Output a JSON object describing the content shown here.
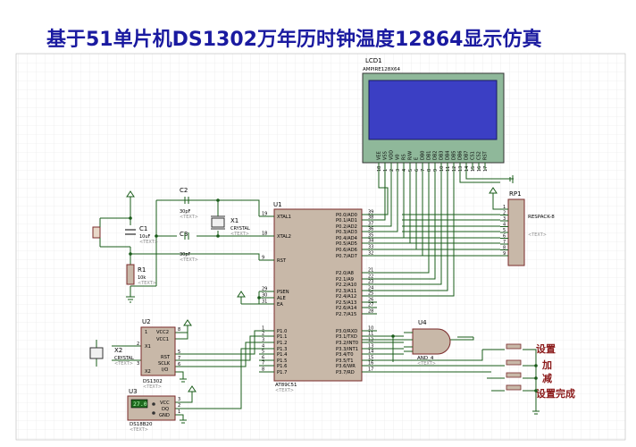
{
  "title": "基于51单片机DS1302万年历时钟温度12864显示仿真",
  "text_placeholder": "<TEXT>",
  "lcd": {
    "ref": "LCD1",
    "model": "AMPIRE128X64",
    "pins": [
      "18",
      "1",
      "2",
      "3",
      "4",
      "5",
      "6",
      "7",
      "8",
      "9",
      "10",
      "11",
      "12",
      "13",
      "14",
      "15",
      "16",
      "17"
    ],
    "pin_names": [
      "VEE",
      "VSS",
      "VDD",
      "V0",
      "RS",
      "R/W",
      "E",
      "DB0",
      "DB1",
      "DB2",
      "DB3",
      "DB4",
      "DB5",
      "DB6",
      "DB7",
      "CS1",
      "CS2",
      "RST"
    ]
  },
  "mcu": {
    "ref": "U1",
    "model": "AT89C51",
    "left_pins": [
      {
        "num": "19",
        "name": "XTAL1"
      },
      {
        "num": "18",
        "name": "XTAL2"
      },
      {
        "num": "9",
        "name": "RST"
      },
      {
        "num": "29",
        "name": "PSEN"
      },
      {
        "num": "30",
        "name": "ALE"
      },
      {
        "num": "31",
        "name": "EA"
      },
      {
        "num": "1",
        "name": "P1.0"
      },
      {
        "num": "2",
        "name": "P1.1"
      },
      {
        "num": "3",
        "name": "P1.2"
      },
      {
        "num": "4",
        "name": "P1.3"
      },
      {
        "num": "5",
        "name": "P1.4"
      },
      {
        "num": "6",
        "name": "P1.5"
      },
      {
        "num": "7",
        "name": "P1.6"
      },
      {
        "num": "8",
        "name": "P1.7"
      }
    ],
    "right_pins": [
      {
        "num": "39",
        "name": "P0.0/AD0"
      },
      {
        "num": "38",
        "name": "P0.1/AD1"
      },
      {
        "num": "37",
        "name": "P0.2/AD2"
      },
      {
        "num": "36",
        "name": "P0.3/AD3"
      },
      {
        "num": "35",
        "name": "P0.4/AD4"
      },
      {
        "num": "34",
        "name": "P0.5/AD5"
      },
      {
        "num": "33",
        "name": "P0.6/AD6"
      },
      {
        "num": "32",
        "name": "P0.7/AD7"
      },
      {
        "num": "21",
        "name": "P2.0/A8"
      },
      {
        "num": "22",
        "name": "P2.1/A9"
      },
      {
        "num": "23",
        "name": "P2.2/A10"
      },
      {
        "num": "24",
        "name": "P2.3/A11"
      },
      {
        "num": "25",
        "name": "P2.4/A12"
      },
      {
        "num": "26",
        "name": "P2.5/A13"
      },
      {
        "num": "27",
        "name": "P2.6/A14"
      },
      {
        "num": "28",
        "name": "P2.7/A15"
      },
      {
        "num": "10",
        "name": "P3.0/RXD"
      },
      {
        "num": "11",
        "name": "P3.1/TXD"
      },
      {
        "num": "12",
        "name": "P3.2/INT0"
      },
      {
        "num": "13",
        "name": "P3.3/INT1"
      },
      {
        "num": "14",
        "name": "P3.4/T0"
      },
      {
        "num": "15",
        "name": "P3.5/T1"
      },
      {
        "num": "16",
        "name": "P3.6/WR"
      },
      {
        "num": "17",
        "name": "P3.7/RD"
      }
    ]
  },
  "respack": {
    "ref": "RP1",
    "model": "RESPACK-8",
    "pins": [
      "1",
      "2",
      "3",
      "4",
      "5",
      "6",
      "7",
      "8",
      "9"
    ]
  },
  "c1": {
    "ref": "C1",
    "value": "10uF"
  },
  "c2": {
    "ref": "C2",
    "value": "30pF"
  },
  "c3": {
    "ref": "C3",
    "value": "30pF"
  },
  "x1": {
    "ref": "X1",
    "value": "CRYSTAL"
  },
  "r1": {
    "ref": "R1",
    "value": "10k"
  },
  "u2": {
    "ref": "U2",
    "model": "DS1302",
    "pins": [
      {
        "num": "1",
        "name": "VCC2"
      },
      {
        "num": "8",
        "name": "VCC1"
      },
      {
        "num": "2",
        "name": "X1"
      },
      {
        "num": "3",
        "name": "X2"
      },
      {
        "num": "5",
        "name": "RST"
      },
      {
        "num": "7",
        "name": "SCLK"
      },
      {
        "num": "6",
        "name": "I/O"
      }
    ]
  },
  "x2": {
    "ref": "X2",
    "value": "CRYSTAL"
  },
  "u3": {
    "ref": "U3",
    "model": "DS18B20",
    "reading": "27.0",
    "pins": [
      {
        "num": "3",
        "name": "VCC"
      },
      {
        "num": "2",
        "name": "DQ"
      },
      {
        "num": "1",
        "name": "GND"
      }
    ]
  },
  "u4": {
    "ref": "U4",
    "model": "AND_4"
  },
  "buttons": [
    "设置",
    "加",
    "减",
    "设置完成"
  ]
}
